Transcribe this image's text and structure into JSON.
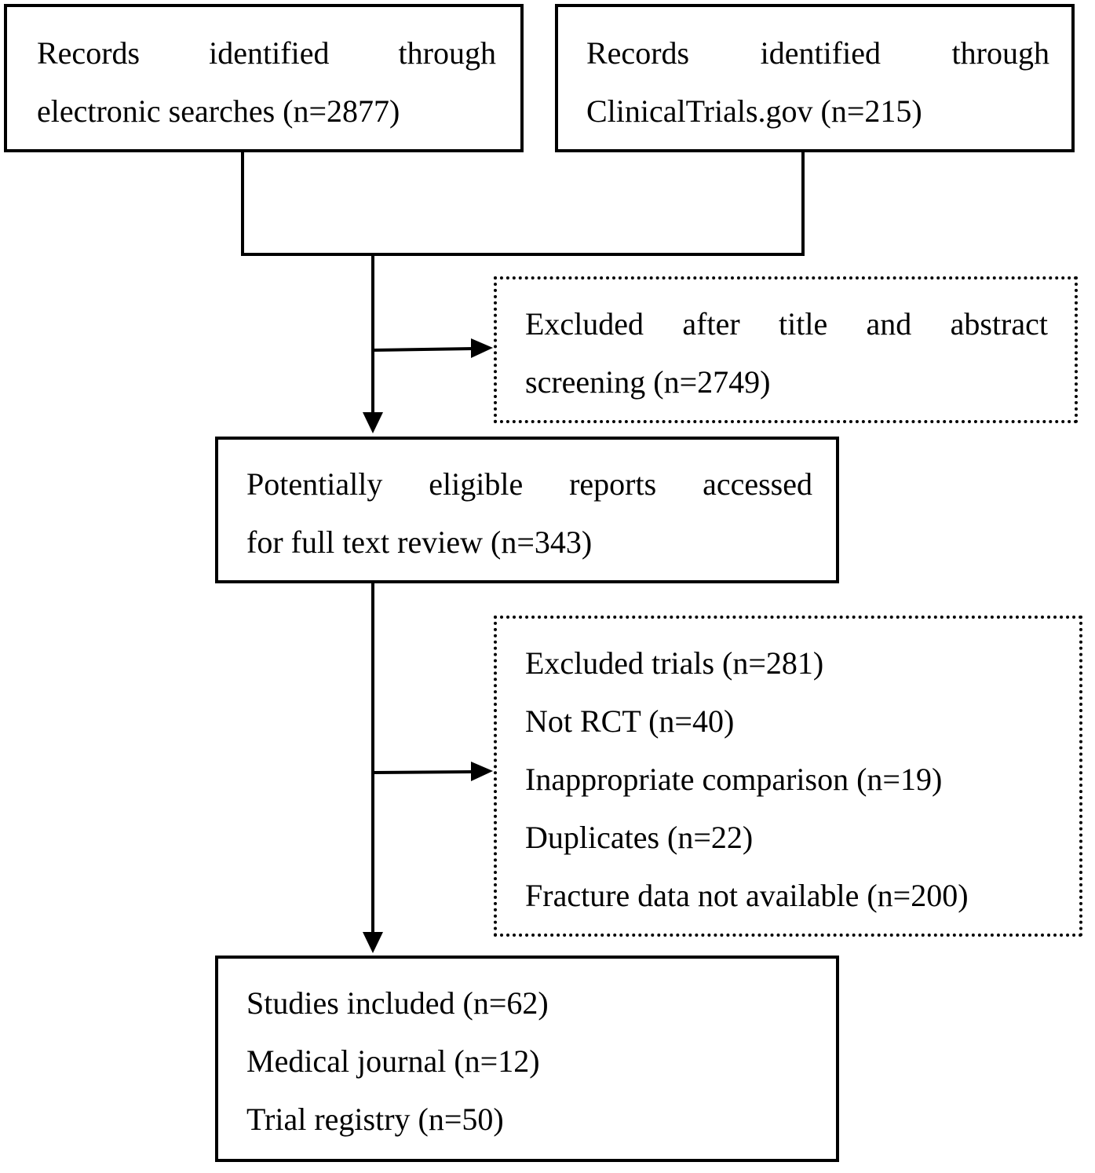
{
  "boxes": {
    "electronic": {
      "line1": "Records identified through",
      "line2": "electronic searches (n=2877)"
    },
    "clinicaltrials": {
      "line1": "Records identified through",
      "line2": "ClinicalTrials.gov (n=215)"
    },
    "excluded_screening": {
      "line1": "Excluded after title and abstract",
      "line2": "screening (n=2749)"
    },
    "fulltext": {
      "line1": "Potentially eligible reports accessed",
      "line2": "for full text review (n=343)"
    },
    "excluded_trials": {
      "lines": [
        "Excluded trials (n=281)",
        "Not RCT (n=40)",
        "Inappropriate comparison (n=19)",
        "Duplicates (n=22)",
        "Fracture data not available (n=200)"
      ]
    },
    "included": {
      "lines": [
        "Studies included (n=62)",
        "Medical journal (n=12)",
        "Trial registry (n=50)"
      ]
    }
  }
}
